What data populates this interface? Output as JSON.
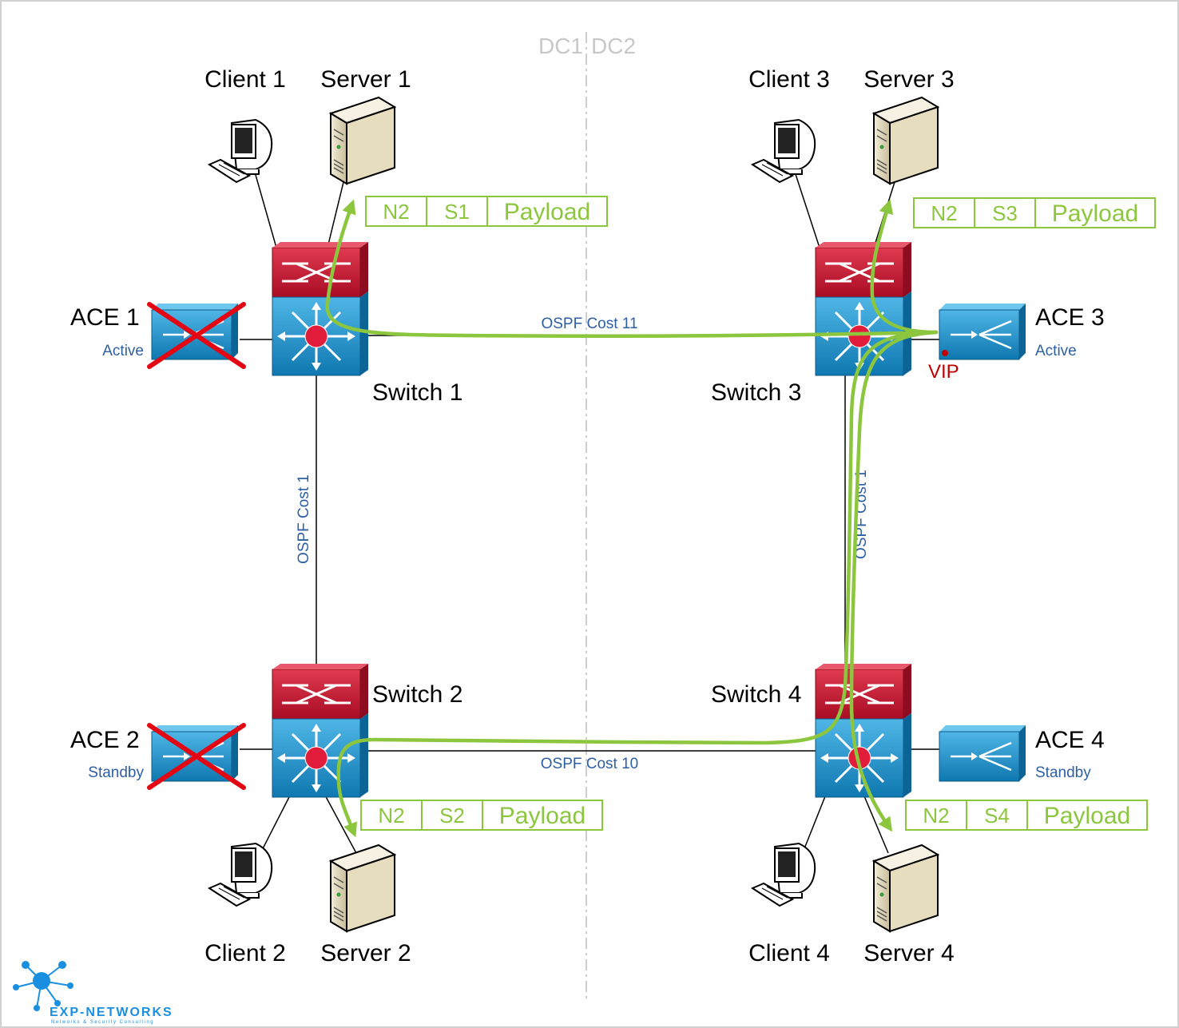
{
  "dc_labels": {
    "left": "DC1",
    "right": "DC2"
  },
  "hosts": [
    {
      "id": "c1",
      "label": "Client 1",
      "kind": "client"
    },
    {
      "id": "s1",
      "label": "Server 1",
      "kind": "server"
    },
    {
      "id": "c3",
      "label": "Client 3",
      "kind": "client"
    },
    {
      "id": "s3",
      "label": "Server 3",
      "kind": "server"
    },
    {
      "id": "c2",
      "label": "Client 2",
      "kind": "client"
    },
    {
      "id": "s2",
      "label": "Server 2",
      "kind": "server"
    },
    {
      "id": "c4",
      "label": "Client 4",
      "kind": "client"
    },
    {
      "id": "s4",
      "label": "Server 4",
      "kind": "server"
    }
  ],
  "switches": [
    {
      "id": "sw1",
      "label": "Switch 1"
    },
    {
      "id": "sw2",
      "label": "Switch 2"
    },
    {
      "id": "sw3",
      "label": "Switch 3"
    },
    {
      "id": "sw4",
      "label": "Switch 4"
    }
  ],
  "aces": [
    {
      "id": "ace1",
      "label": "ACE 1",
      "state": "Active",
      "failed": true
    },
    {
      "id": "ace2",
      "label": "ACE 2",
      "state": "Standby",
      "failed": true
    },
    {
      "id": "ace3",
      "label": "ACE 3",
      "state": "Active",
      "failed": false,
      "vip": "VIP"
    },
    {
      "id": "ace4",
      "label": "ACE 4",
      "state": "Standby",
      "failed": false
    }
  ],
  "links": [
    {
      "id": "l12",
      "label": "OSPF Cost 1"
    },
    {
      "id": "l13",
      "label": "OSPF Cost 11"
    },
    {
      "id": "l24",
      "label": "OSPF Cost 10"
    },
    {
      "id": "l34",
      "label": "OSPF Cost 1"
    }
  ],
  "packets": [
    {
      "id": "p1",
      "fields": [
        "N2",
        "S1",
        "Payload"
      ]
    },
    {
      "id": "p3",
      "fields": [
        "N2",
        "S3",
        "Payload"
      ]
    },
    {
      "id": "p2",
      "fields": [
        "N2",
        "S2",
        "Payload"
      ]
    },
    {
      "id": "p4",
      "fields": [
        "N2",
        "S4",
        "Payload"
      ]
    }
  ],
  "logo": {
    "name": "EXP-NETWORKS",
    "tagline": "Networks & Security Consulting"
  },
  "colors": {
    "traffic": "#8cc63f",
    "ospf_text": "#2e5fa3",
    "vip": "#c00000",
    "fail_cross": "#e30613",
    "switch_top": "#c8102e",
    "switch_body": "#1a8fc9",
    "ace_body": "#1a8fc9"
  }
}
